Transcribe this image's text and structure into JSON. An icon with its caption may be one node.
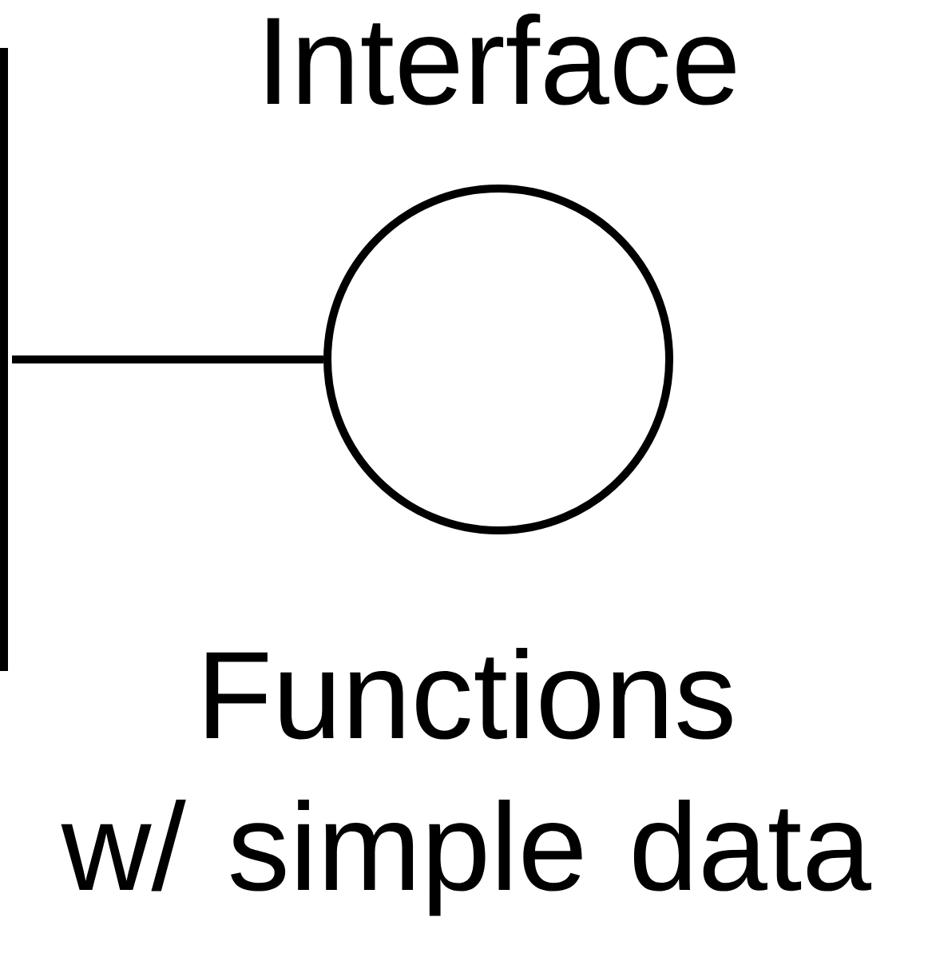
{
  "diagram": {
    "nodes": [
      {
        "text": [],
        "shape": "bar"
      },
      {
        "text": [
          "Interface"
        ],
        "beside": [
          "Functions w/ simple data"
        ]
      }
    ],
    "edges": [
      {
        "from": 0,
        "to": 1,
        "arrow": "none"
      }
    ]
  }
}
